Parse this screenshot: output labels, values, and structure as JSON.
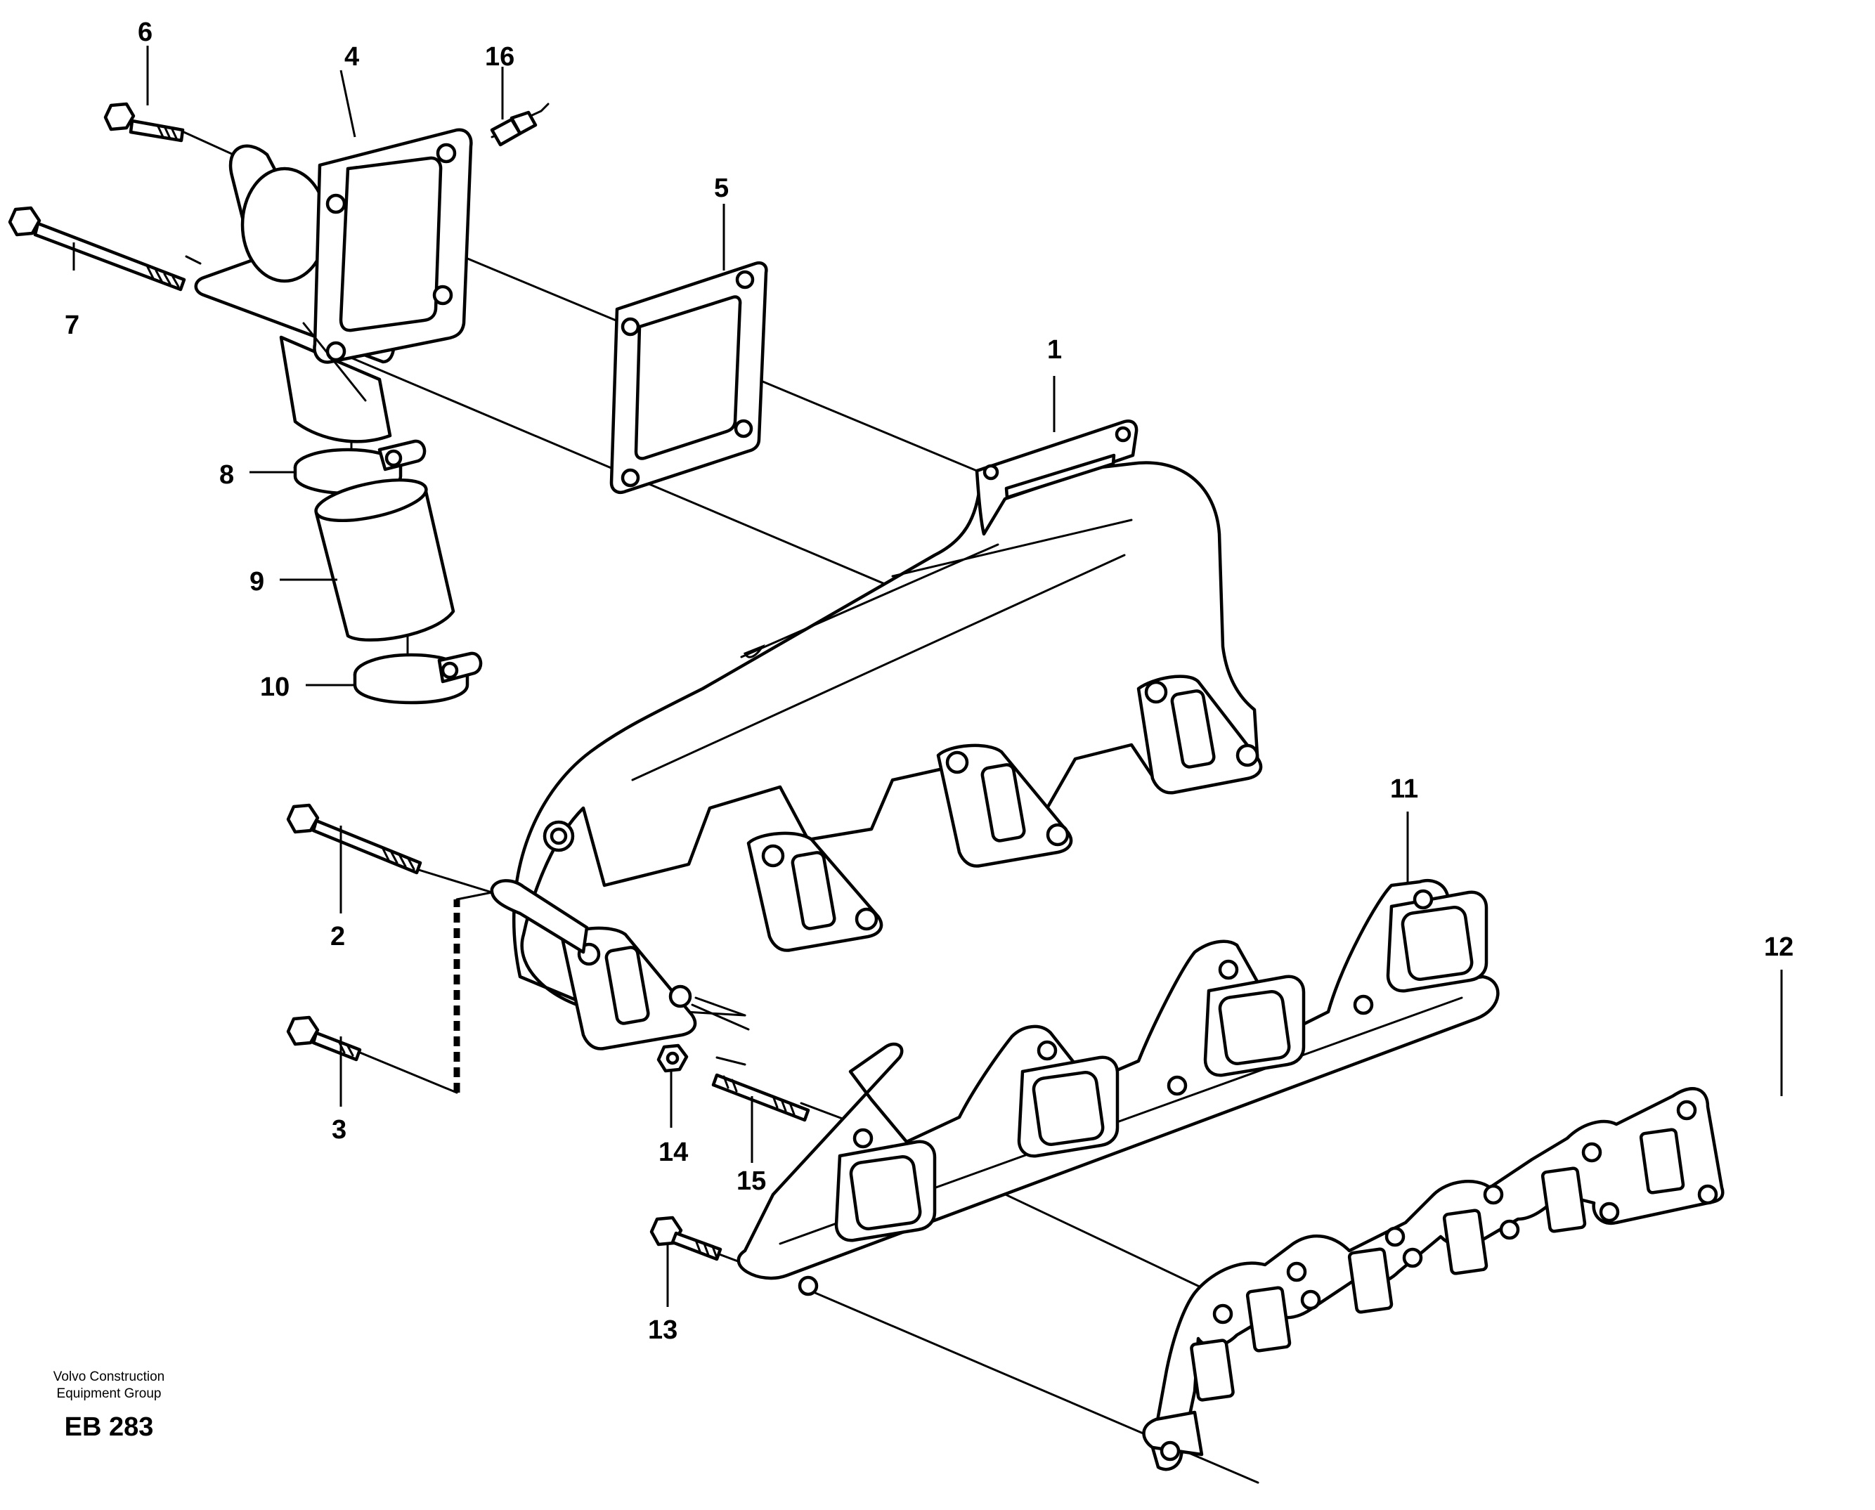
{
  "diagram": {
    "callouts": {
      "c1": "1",
      "c2": "2",
      "c3": "3",
      "c4": "4",
      "c5": "5",
      "c6": "6",
      "c7": "7",
      "c8": "8",
      "c9": "9",
      "c10": "10",
      "c11": "11",
      "c12": "12",
      "c13": "13",
      "c14": "14",
      "c15": "15",
      "c16": "16"
    }
  },
  "footer": {
    "publisher_line1": "Volvo Construction",
    "publisher_line2": "Equipment Group",
    "figure_code": "EB 283"
  }
}
